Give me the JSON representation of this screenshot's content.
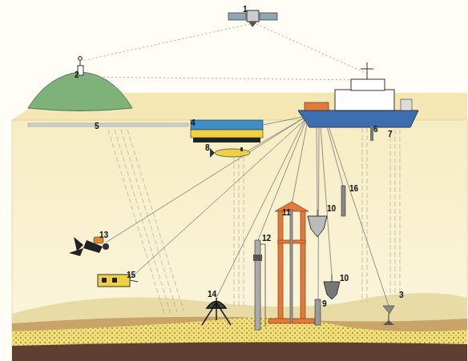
{
  "diagram": {
    "labels": [
      "1",
      "2",
      "4",
      "5",
      "6",
      "7",
      "8",
      "16",
      "10",
      "11",
      "12",
      "13",
      "10",
      "15",
      "9",
      "14",
      "3"
    ]
  }
}
